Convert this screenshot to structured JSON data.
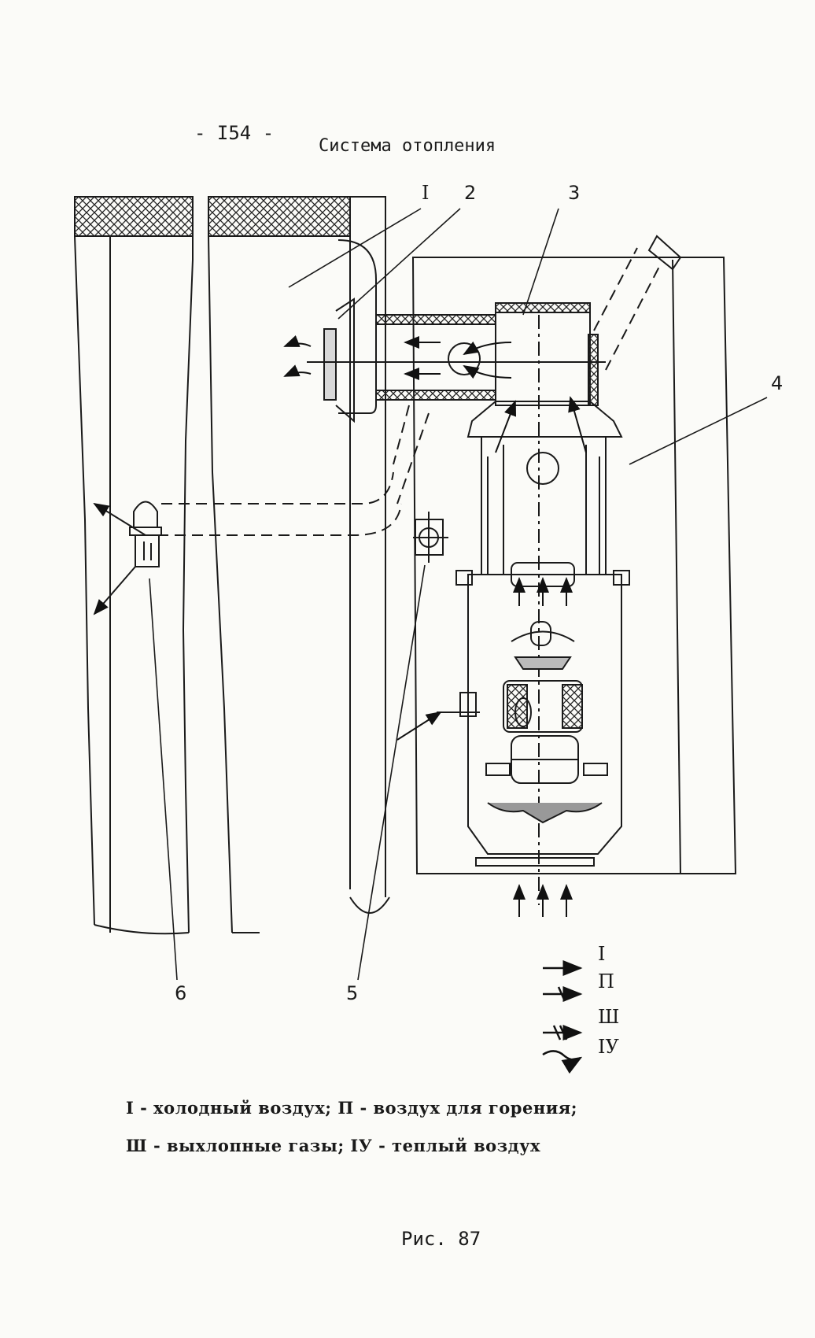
{
  "page": {
    "number": "- I54 -",
    "title": "Система отопления"
  },
  "diagram": {
    "callouts": [
      "I",
      "2",
      "3",
      "4",
      "5",
      "6"
    ],
    "arrow_key": [
      "I",
      "П",
      "Ш",
      "IУ"
    ]
  },
  "legend": {
    "line1": "I - холодный воздух; П - воздух для горения;",
    "line2": "Ш - выхлопные газы; IУ - теплый воздух"
  },
  "caption": "Рис. 87"
}
